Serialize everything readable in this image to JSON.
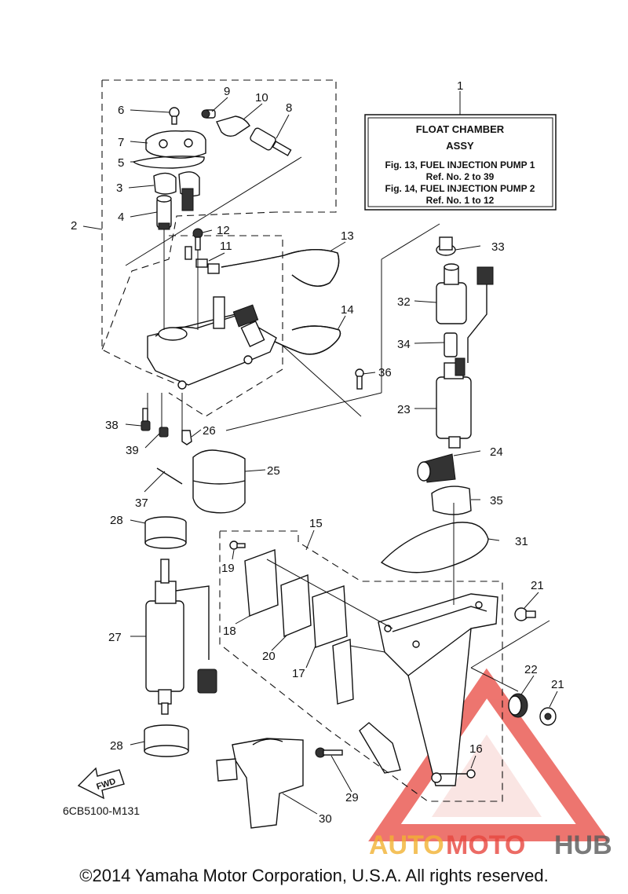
{
  "info_box": {
    "title": "FLOAT CHAMBER",
    "subtitle": "ASSY",
    "lines": [
      "Fig. 13, FUEL INJECTION PUMP 1",
      "Ref. No. 2 to 39",
      "Fig. 14, FUEL INJECTION PUMP 2",
      "Ref. No. 1 to 12"
    ]
  },
  "parts": [
    "1",
    "2",
    "3",
    "4",
    "5",
    "6",
    "7",
    "8",
    "9",
    "10",
    "11",
    "12",
    "13",
    "14",
    "15",
    "16",
    "17",
    "18",
    "19",
    "20",
    "21",
    "22",
    "23",
    "24",
    "25",
    "26",
    "27",
    "28",
    "29",
    "30",
    "31",
    "32",
    "33",
    "34",
    "35",
    "36",
    "37",
    "38",
    "39"
  ],
  "fwd_label": "FWD",
  "diagram_code": "6CB5100-M131",
  "watermark": {
    "auto": "AUTO",
    "moto": "MOTO",
    "hub": "HUB",
    "color_primary": "#e8473f",
    "color_secondary": "#f2b233",
    "color_dark": "#5a5a5a"
  },
  "copyright": "©2014 Yamaha Motor Corporation, U.S.A. All rights reserved."
}
